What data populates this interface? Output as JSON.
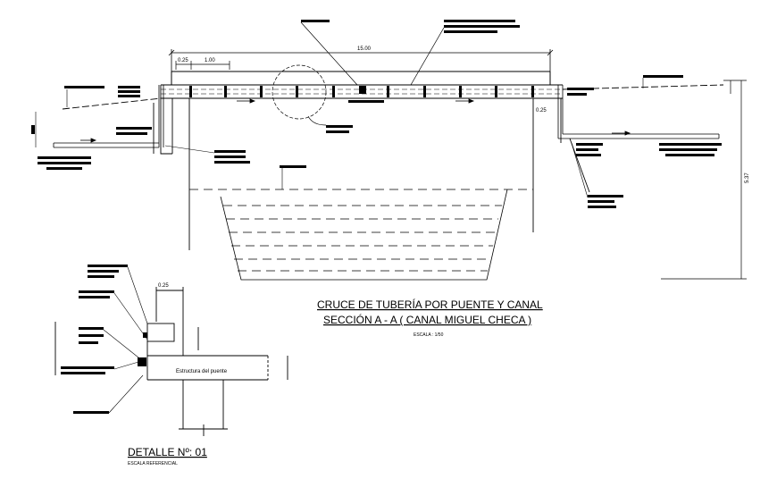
{
  "section": {
    "title_line1": "CRUCE DE TUBERÍA POR PUENTE Y CANAL",
    "title_line2": "SECCIÓN A - A ( CANAL MIGUEL CHECA )",
    "scale": "ESCALA : 1/50"
  },
  "detail": {
    "title": "DETALLE Nº: 01",
    "scale": "ESCALA REFERENCIAL",
    "bridge_structure_label": "Estructura del puente",
    "dim_top": "0.25"
  },
  "dimensions": {
    "overall_span": "15.00",
    "support_offset": "0.25",
    "support_spacing": "1.00",
    "right_offset": "0.25",
    "total_height": "5.37"
  }
}
